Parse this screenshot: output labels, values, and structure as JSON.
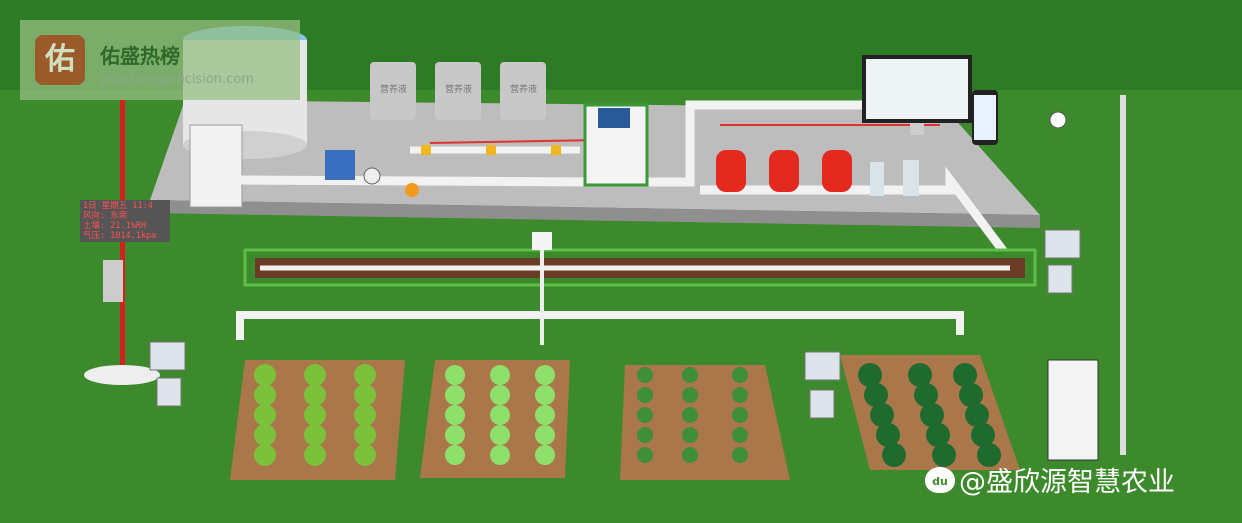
{
  "watermark": {
    "logo_char": "佑",
    "name": "佑盛热榜",
    "url": "youshengprecision.com"
  },
  "weather_display": {
    "lines": [
      "1日 星期五 11:4",
      "风向: 东南",
      "土壤: 21.1%RH",
      "气压: 1014.1kpa"
    ]
  },
  "nutrient_tanks": [
    "营养液",
    "营养液",
    "营养液"
  ],
  "credit": {
    "icon": "baidu-paw-icon",
    "icon_text": "du",
    "text": "@盛欣源智慧农业"
  },
  "colors": {
    "grass": "#3d8a2c",
    "platform": "#bdbdbd",
    "soil": "#8b5a35",
    "pipe": "#f2f2f2",
    "valve": "#e23a2a",
    "controller": "#3a9a3a"
  }
}
